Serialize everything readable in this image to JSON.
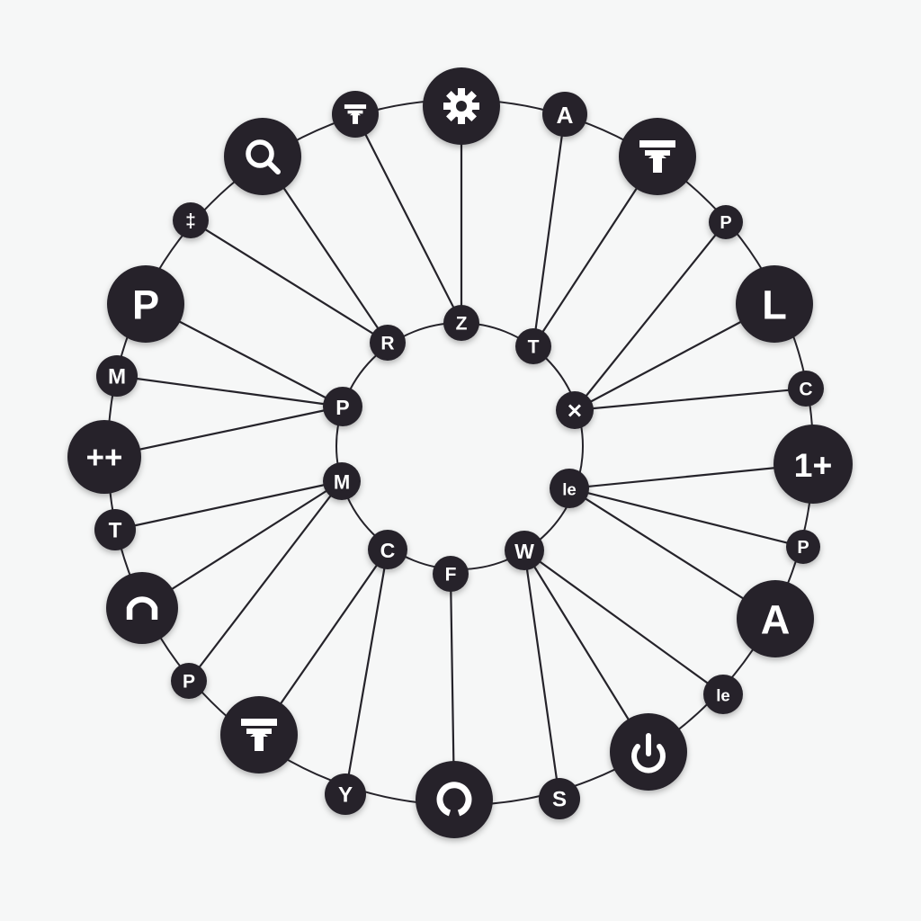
{
  "diagram": {
    "outer_nodes": [
      {
        "id": "o1",
        "icon": "gear-icon",
        "label": ""
      },
      {
        "id": "o2",
        "icon": "",
        "label": "A"
      },
      {
        "id": "o3",
        "icon": "hammer-arrow-icon",
        "label": ""
      },
      {
        "id": "o4",
        "icon": "",
        "label": "P"
      },
      {
        "id": "o5",
        "icon": "",
        "label": "L"
      },
      {
        "id": "o6",
        "icon": "",
        "label": "C"
      },
      {
        "id": "o7",
        "icon": "",
        "label": "1+"
      },
      {
        "id": "o8",
        "icon": "",
        "label": "P"
      },
      {
        "id": "o9",
        "icon": "",
        "label": "A"
      },
      {
        "id": "o10",
        "icon": "",
        "label": "le"
      },
      {
        "id": "o11",
        "icon": "power-icon",
        "label": ""
      },
      {
        "id": "o12",
        "icon": "",
        "label": "S"
      },
      {
        "id": "o13",
        "icon": "ring-icon",
        "label": ""
      },
      {
        "id": "o14",
        "icon": "",
        "label": "Y"
      },
      {
        "id": "o15",
        "icon": "hammer-arrow-icon",
        "label": ""
      },
      {
        "id": "o16",
        "icon": "",
        "label": "P"
      },
      {
        "id": "o17",
        "icon": "arch-icon",
        "label": ""
      },
      {
        "id": "o18",
        "icon": "",
        "label": "T"
      },
      {
        "id": "o19",
        "icon": "",
        "label": "++"
      },
      {
        "id": "o20",
        "icon": "",
        "label": "M"
      },
      {
        "id": "o21",
        "icon": "",
        "label": "P"
      },
      {
        "id": "o22",
        "icon": "",
        "label": "‡"
      },
      {
        "id": "o23",
        "icon": "search-icon",
        "label": ""
      },
      {
        "id": "o24",
        "icon": "hammer-arrow-icon",
        "label": ""
      }
    ],
    "inner_nodes": [
      {
        "id": "i1",
        "label": "Z"
      },
      {
        "id": "i2",
        "label": "T"
      },
      {
        "id": "i3",
        "label": "✕"
      },
      {
        "id": "i4",
        "label": "le"
      },
      {
        "id": "i5",
        "label": "W"
      },
      {
        "id": "i6",
        "label": "F"
      },
      {
        "id": "i7",
        "label": "C"
      },
      {
        "id": "i8",
        "label": "M"
      },
      {
        "id": "i9",
        "label": "P"
      },
      {
        "id": "i10",
        "label": "R"
      }
    ],
    "edges": [
      [
        "o1",
        "i1"
      ],
      [
        "o2",
        "i2"
      ],
      [
        "o3",
        "i2"
      ],
      [
        "o4",
        "i3"
      ],
      [
        "o5",
        "i3"
      ],
      [
        "o6",
        "i3"
      ],
      [
        "o7",
        "i4"
      ],
      [
        "o8",
        "i4"
      ],
      [
        "o9",
        "i4"
      ],
      [
        "o10",
        "i5"
      ],
      [
        "o11",
        "i5"
      ],
      [
        "o12",
        "i5"
      ],
      [
        "o13",
        "i6"
      ],
      [
        "o14",
        "i7"
      ],
      [
        "o15",
        "i7"
      ],
      [
        "o16",
        "i8"
      ],
      [
        "o17",
        "i8"
      ],
      [
        "o18",
        "i8"
      ],
      [
        "o19",
        "i9"
      ],
      [
        "o20",
        "i9"
      ],
      [
        "o21",
        "i9"
      ],
      [
        "o22",
        "i10"
      ],
      [
        "o23",
        "i10"
      ],
      [
        "o24",
        "i1"
      ]
    ],
    "colors": {
      "node": "#25232a",
      "text": "#ffffff",
      "background": "#f6f7f7"
    }
  }
}
